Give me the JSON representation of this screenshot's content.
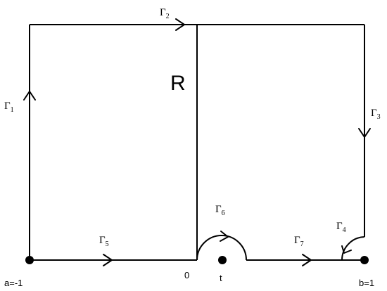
{
  "region_label": "R",
  "contours": {
    "g1": {
      "symbol": "Γ",
      "index": "1"
    },
    "g2": {
      "symbol": "Γ",
      "index": "2"
    },
    "g3": {
      "symbol": "Γ",
      "index": "3"
    },
    "g4": {
      "symbol": "Γ",
      "index": "4"
    },
    "g5": {
      "symbol": "Γ",
      "index": "5"
    },
    "g6": {
      "symbol": "Γ",
      "index": "6"
    },
    "g7": {
      "symbol": "Γ",
      "index": "7"
    }
  },
  "points": {
    "a": "a=-1",
    "origin": "0",
    "t": "t",
    "b": "b=1"
  },
  "colors": {
    "stroke": "#000000",
    "background": "#ffffff"
  }
}
